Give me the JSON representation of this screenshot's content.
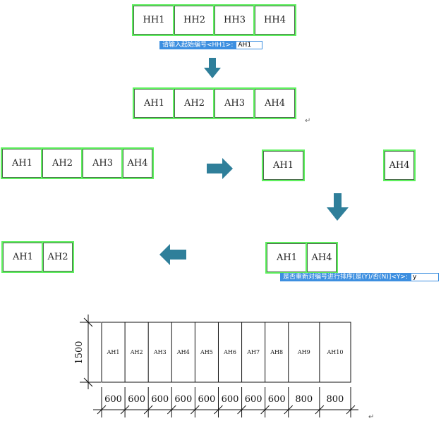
{
  "top_row": [
    "HH1",
    "HH2",
    "HH3",
    "HH4"
  ],
  "prompt1": {
    "label": "请输入起始编号<HH1>:",
    "value": "AH1"
  },
  "second_row": [
    "AH1",
    "AH2",
    "AH3",
    "AH4"
  ],
  "left_row": [
    "AH1",
    "AH2",
    "AH3",
    "AH4"
  ],
  "right_single": "AH1",
  "right_single_far": "AH4",
  "right_pair": [
    "AH1",
    "AH4"
  ],
  "prompt2": {
    "label": "是否重新对编号进行排序[是(Y)/否(N)]<Y>:",
    "value": "y"
  },
  "bottom_left_row": [
    "AH1",
    "AH2"
  ],
  "cad": {
    "height_label": "1500",
    "cells": [
      "AH1",
      "AH2",
      "AH3",
      "AH4",
      "AH5",
      "AH6",
      "AH7",
      "AH8",
      "AH9",
      "AH10"
    ],
    "widths": [
      "600",
      "600",
      "600",
      "600",
      "600",
      "600",
      "600",
      "600",
      "800",
      "800"
    ]
  },
  "return_mark": "↵",
  "colors": {
    "cell_border": "#5ef05e",
    "arrow": "#2f7f9a",
    "prompt_bg": "#3d8fe0"
  }
}
